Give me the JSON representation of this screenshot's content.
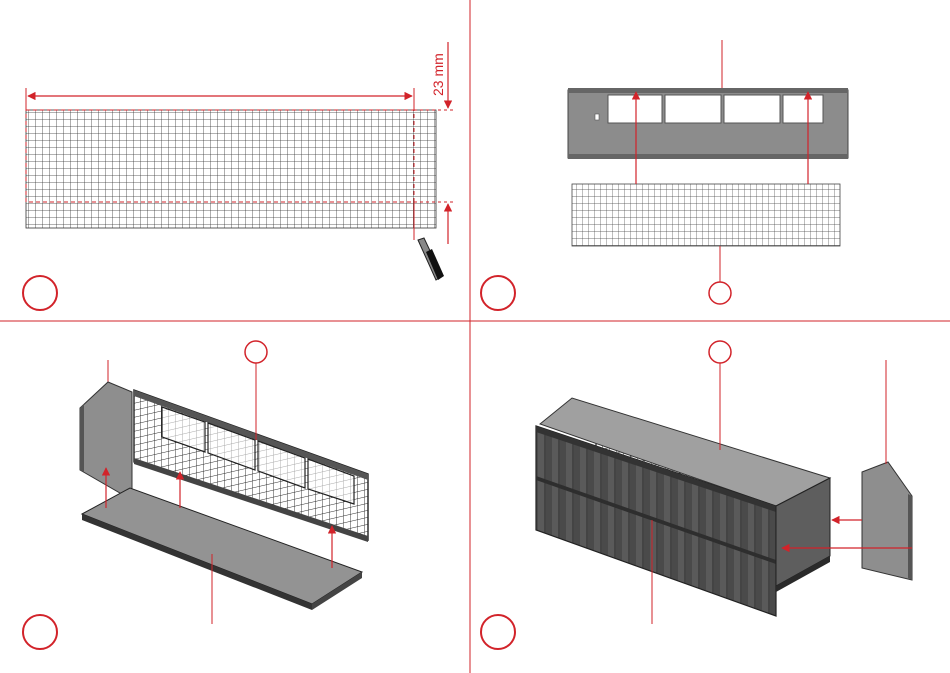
{
  "colors": {
    "accent": "#d2232a",
    "ink": "#222222",
    "panel": "#8a8a8a",
    "floor": "#8f8f8f"
  },
  "panels": [
    {
      "id": "step-1",
      "measure_label": "23 mm",
      "step_circle": "",
      "icons": [
        "knife-icon"
      ]
    },
    {
      "id": "step-2",
      "step_circle": "",
      "callout_circle": ""
    },
    {
      "id": "step-3",
      "step_circle": "",
      "callout_circle": ""
    },
    {
      "id": "step-4",
      "step_circle": "",
      "callout_circle": ""
    }
  ]
}
